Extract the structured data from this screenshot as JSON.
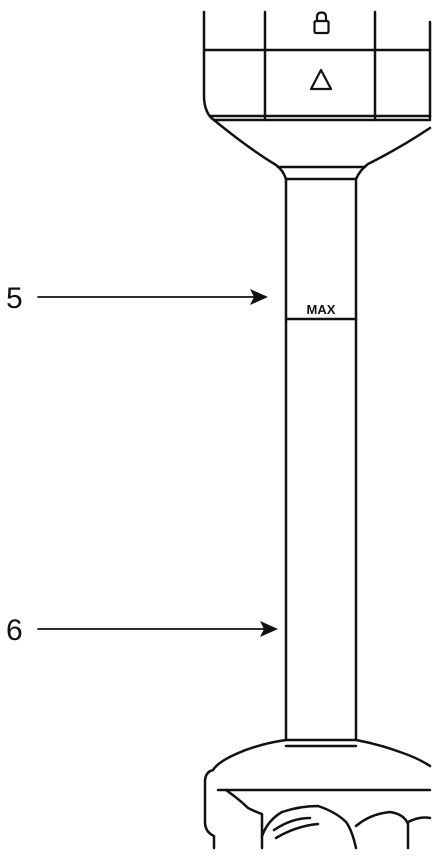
{
  "callouts": [
    {
      "number": "5"
    },
    {
      "number": "6"
    }
  ],
  "shaft": {
    "max_marking": "MAX"
  },
  "buttons": [
    {
      "icon": "lock-icon"
    },
    {
      "icon": "triangle-icon"
    }
  ],
  "colors": {
    "line": "#111111",
    "background": "#ffffff"
  }
}
